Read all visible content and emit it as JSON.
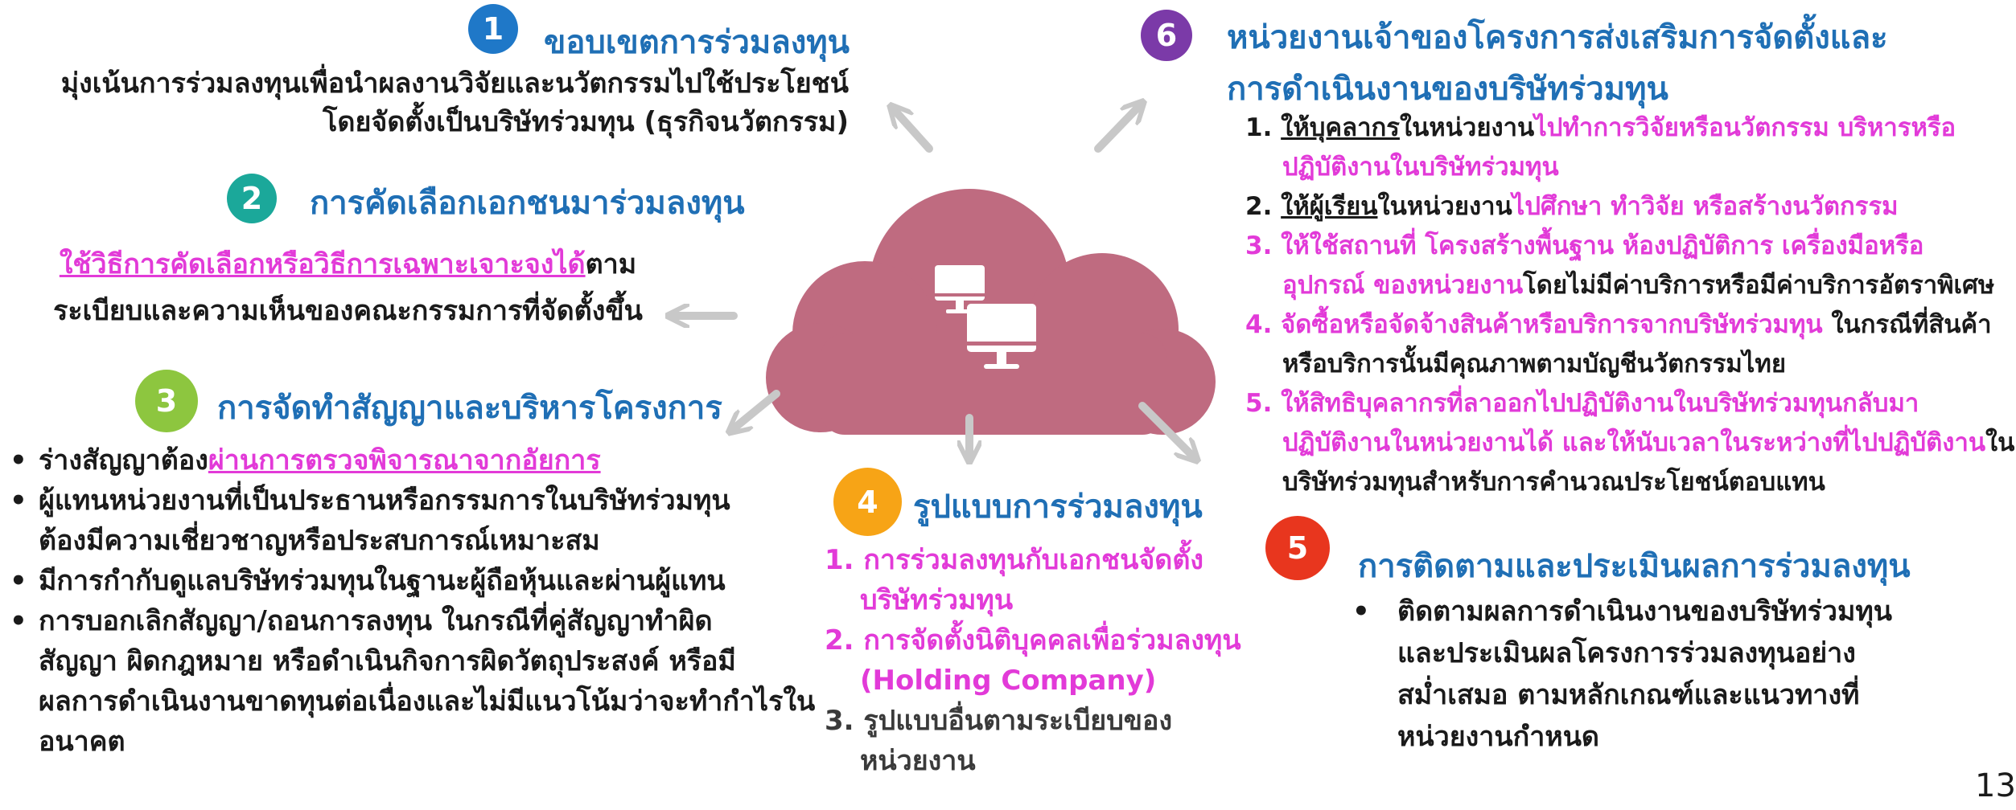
{
  "colors": {
    "blue": "#1f6fb5",
    "magenta": "#e23ad8",
    "cloud": "#bf6b80",
    "arrow": "#c8c8c8",
    "circle1": "#1f78c8",
    "circle2": "#1ba89a",
    "circle3": "#8dc63f",
    "circle4": "#f7a416",
    "circle5": "#e8361e",
    "circle6": "#7b3aa8"
  },
  "icons": [
    "computer-monitor-icon",
    "computer-monitor-icon"
  ],
  "section1": {
    "num": "1",
    "title": "ขอบเขตการร่วมลงทุน",
    "line1": "มุ่งเน้นการร่วมลงทุนเพื่อนำผลงานวิจัยและนวัตกรรมไปใช้ประโยชน์",
    "line2": "โดยจัดตั้งเป็นบริษัทร่วมทุน (ธุรกิจนวัตกรรม)"
  },
  "section2": {
    "num": "2",
    "title": "การคัดเลือกเอกชนมาร่วมลงทุน",
    "line1_highlight": "ใช้วิธีการคัดเลือกหรือวิธีการเฉพาะเจาะจงได้",
    "line1_rest": "ตาม",
    "line2": "ระเบียบและความเห็นของคณะกรรมการที่จัดตั้งขึ้น"
  },
  "section3": {
    "num": "3",
    "title": "การจัดทำสัญญาและบริหารโครงการ",
    "b1_plain": "ร่างสัญญาต้อง",
    "b1_highlight": "ผ่านการตรวจพิจารณาจากอัยการ",
    "b2_l1": "ผู้แทนหน่วยงานที่เป็นประธานหรือกรรมการในบริษัทร่วมทุน",
    "b2_l2": "ต้องมีความเชี่ยวชาญหรือประสบการณ์เหมาะสม",
    "b3": "มีการกำกับดูแลบริษัทร่วมทุนในฐานะผู้ถือหุ้นและผ่านผู้แทน",
    "b4_l1": "การบอกเลิกสัญญา/ถอนการลงทุน ในกรณีที่คู่สัญญาทำผิด",
    "b4_l2": "สัญญา ผิดกฎหมาย หรือดำเนินกิจการผิดวัตถุประสงค์ หรือมี",
    "b4_l3": "ผลการดำเนินงานขาดทุนต่อเนื่องและไม่มีแนวโน้มว่าจะทำกำไรใน",
    "b4_l4": "อนาคต"
  },
  "section4": {
    "num": "4",
    "title": "รูปแบบการร่วมลงทุน",
    "i1_l1": "1. การร่วมลงทุนกับเอกชนจัดตั้ง",
    "i1_l2": "บริษัทร่วมทุน",
    "i2_l1": "2. การจัดตั้งนิติบุคคลเพื่อร่วมลงทุน",
    "i2_l2": "(Holding Company)",
    "i3_l1": "3. รูปแบบอื่นตามระเบียบของ",
    "i3_l2": "หน่วยงาน"
  },
  "section5": {
    "num": "5",
    "title": "การติดตามและประเมินผลการร่วมลงทุน",
    "l1": "ติดตามผลการดำเนินงานของบริษัทร่วมทุน",
    "l2": "และประเมินผลโครงการร่วมลงทุนอย่าง",
    "l3": "สม่ำเสมอ ตามหลักเกณฑ์และแนวทางที่",
    "l4": "หน่วยงานกำหนด"
  },
  "section6": {
    "num": "6",
    "title_l1": "หน่วยงานเจ้าของโครงการส่งเสริมการจัดตั้งและ",
    "title_l2": "การดำเนินงานของบริษัทร่วมทุน",
    "i1_num": "1. ",
    "i1_u": "ให้บุคลากร",
    "i1_plain": "ในหน่วยงาน",
    "i1_mag": "ไปทำการวิจัยหรือนวัตกรรม บริหารหรือ",
    "i1_l2": "ปฏิบัติงานในบริษัทร่วมทุน",
    "i2_num": "2. ",
    "i2_u": "ให้ผู้เรียน",
    "i2_plain": "ในหน่วยงาน",
    "i2_mag": "ไปศึกษา ทำวิจัย หรือสร้างนวัตกรรม",
    "i3_l1": "3. ให้ใช้สถานที่ โครงสร้างพื้นฐาน ห้องปฏิบัติการ เครื่องมือหรือ",
    "i3_l2_mag": "อุปกรณ์ ของหน่วยงาน",
    "i3_l2_plain": "โดยไม่มีค่าบริการหรือมีค่าบริการอัตราพิเศษ",
    "i4_l1_mag": "4. จัดซื้อหรือจัดจ้างสินค้าหรือบริการจากบริษัทร่วมทุน",
    "i4_l1_plain": " ในกรณีที่สินค้า",
    "i4_l2": "หรือบริการนั้นมีคุณภาพตามบัญชีนวัตกรรมไทย",
    "i5_l1": "5. ให้สิทธิบุคลากรที่ลาออกไปปฏิบัติงานในบริษัทร่วมทุนกลับมา",
    "i5_l2_mag": "ปฏิบัติงานในหน่วยงานได้ และให้นับเวลาในระหว่างที่ไปปฏิบัติงาน",
    "i5_l2_plain": "ใน",
    "i5_l3": "บริษัทร่วมทุนสำหรับการคำนวณประโยชน์ตอบแทน"
  },
  "page_number": "13"
}
